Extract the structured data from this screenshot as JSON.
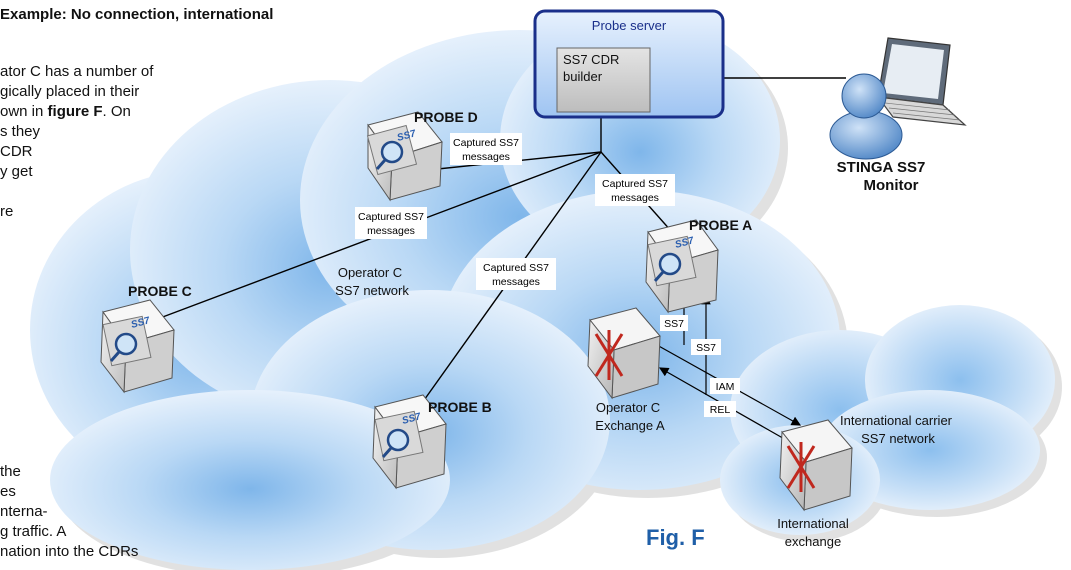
{
  "heading": "Example: No connection, international",
  "side_text_top": [
    "ator C has a number of",
    "gically placed in their",
    "own in ",
    "s they",
    " CDR",
    "y get",
    "re"
  ],
  "figure_ref": "figure F",
  "figure_ref_suffix": ". On",
  "side_text_bottom": [
    "the",
    "es",
    "nterna-",
    "g traffic. A",
    "nation into the CDRs"
  ],
  "probe_server": {
    "title": "Probe server",
    "builder_line1": "SS7 CDR",
    "builder_line2": "builder"
  },
  "monitor": {
    "line1": "STINGA SS7",
    "line2": "Monitor"
  },
  "probes": {
    "a": "PROBE A",
    "b": "PROBE B",
    "c": "PROBE C",
    "d": "PROBE D",
    "badge": "SS7"
  },
  "captured": {
    "line1": "Captured SS7",
    "line2": "messages"
  },
  "network_operator": {
    "line1": "Operator C",
    "line2": "SS7 network"
  },
  "exchange_a": {
    "line1": "Operator C",
    "line2": "Exchange A"
  },
  "international_network": {
    "line1": "International carrier",
    "line2": "SS7 network"
  },
  "international_exchange": {
    "line1": "International",
    "line2": "exchange"
  },
  "links": {
    "ss7_left": "SS7",
    "ss7_right": "SS7",
    "iam": "IAM",
    "rel": "REL"
  },
  "fig_label": "Fig. F"
}
